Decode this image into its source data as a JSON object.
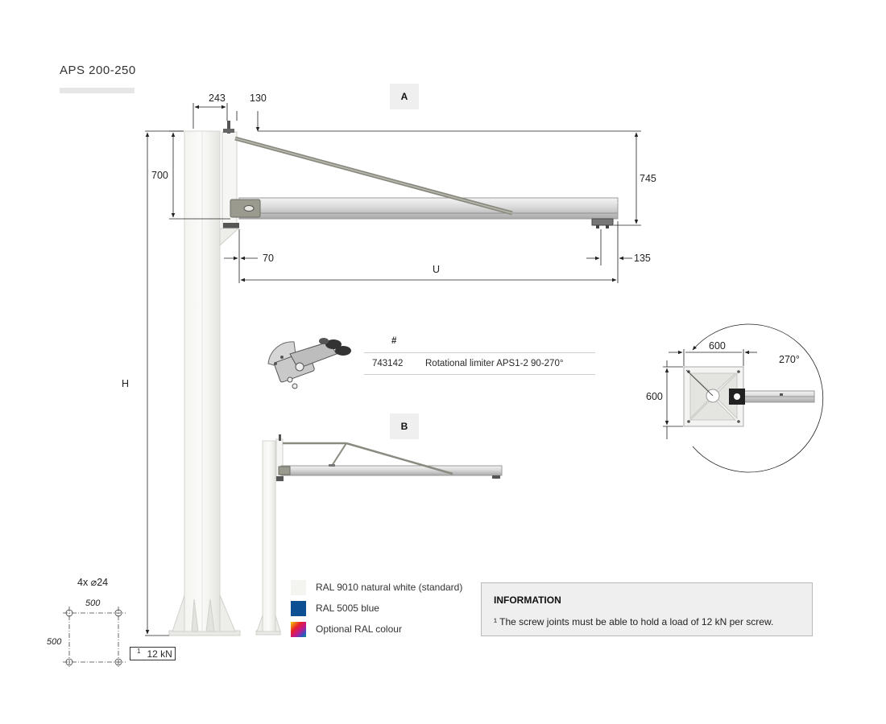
{
  "page_title": "APS 200-250",
  "view_tags": {
    "a": "A",
    "b": "B"
  },
  "dimensions": {
    "top_243": "243",
    "top_130": "130",
    "left_700": "700",
    "right_745": "745",
    "bottom_70": "70",
    "bottom_135": "135",
    "length_u": "U",
    "height_h": "H",
    "plate_width": "600",
    "plate_height": "600",
    "rotation": "270°",
    "bolts": "4x ⌀24",
    "bolt_spacing_x": "500",
    "bolt_spacing_y": "500"
  },
  "load_label": {
    "superscript": "1",
    "value": "12 kN"
  },
  "accessory_table": {
    "header": "#",
    "rows": [
      {
        "number": "743142",
        "description": "Rotational limiter APS1-2 90-270°"
      }
    ]
  },
  "colour_options": [
    {
      "label": "RAL 9010 natural white (standard)",
      "color": "#f4f4f1"
    },
    {
      "label": "RAL 5005 blue",
      "color": "#0c4f93"
    },
    {
      "label": "Optional RAL colour",
      "color": "gradient"
    }
  ],
  "information": {
    "title": "INFORMATION",
    "text": "¹ The screw joints must be able to hold a load of 12 kN per screw."
  }
}
